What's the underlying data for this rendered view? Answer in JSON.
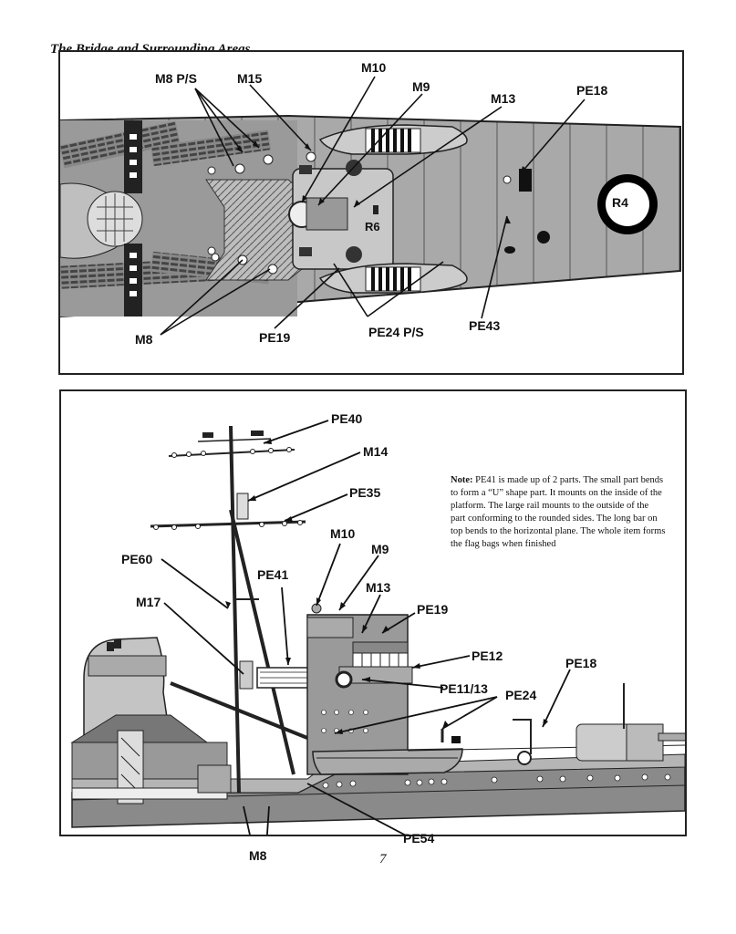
{
  "page": {
    "title": "The Bridge and Surrounding Areas",
    "page_number": "7"
  },
  "top_view": {
    "labels": {
      "m8ps": "M8 P/S",
      "m15": "M15",
      "m10": "M10",
      "m9": "M9",
      "m13": "M13",
      "pe18": "PE18",
      "r4": "R4",
      "r6": "R6",
      "m8": "M8",
      "pe19": "PE19",
      "pe24ps": "PE24 P/S",
      "pe43": "PE43"
    }
  },
  "side_view": {
    "labels": {
      "pe40": "PE40",
      "m14": "M14",
      "pe35": "PE35",
      "pe60": "PE60",
      "m10": "M10",
      "m9": "M9",
      "pe41": "PE41",
      "m17": "M17",
      "m13": "M13",
      "pe19": "PE19",
      "pe12": "PE12",
      "pe18": "PE18",
      "pe11_13": "PE11/13",
      "pe24": "PE24",
      "pe54": "PE54",
      "m8": "M8"
    },
    "note": {
      "heading": "Note:",
      "body": "PE41 is made up of 2 parts. The small part bends to form a “U” shape part. It mounts on the inside of the platform. The large rail mounts to the outside of the part conforming to the rounded sides. The long bar on top bends to the horizontal plane. The whole item forms the flag bags when finished"
    }
  }
}
